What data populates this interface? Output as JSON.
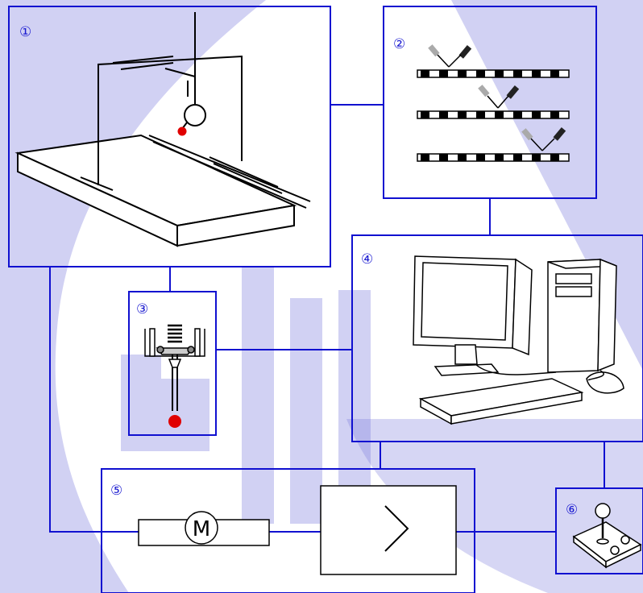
{
  "colors": {
    "frame": "#1010d0",
    "watermark": "#6a6ad8",
    "probe_tip": "#e00000",
    "line": "#000000"
  },
  "components": {
    "cmm": {
      "number": "①",
      "icon": "coordinate-measuring-machine"
    },
    "scale": {
      "number": "②",
      "icon": "optical-linear-scale"
    },
    "probe": {
      "number": "③",
      "icon": "touch-trigger-probe"
    },
    "computer": {
      "number": "④",
      "icon": "desktop-computer"
    },
    "drive": {
      "number": "⑤",
      "icon": "motor-and-controller",
      "motor_label": "M"
    },
    "joystick": {
      "number": "⑥",
      "icon": "joystick-control"
    }
  }
}
